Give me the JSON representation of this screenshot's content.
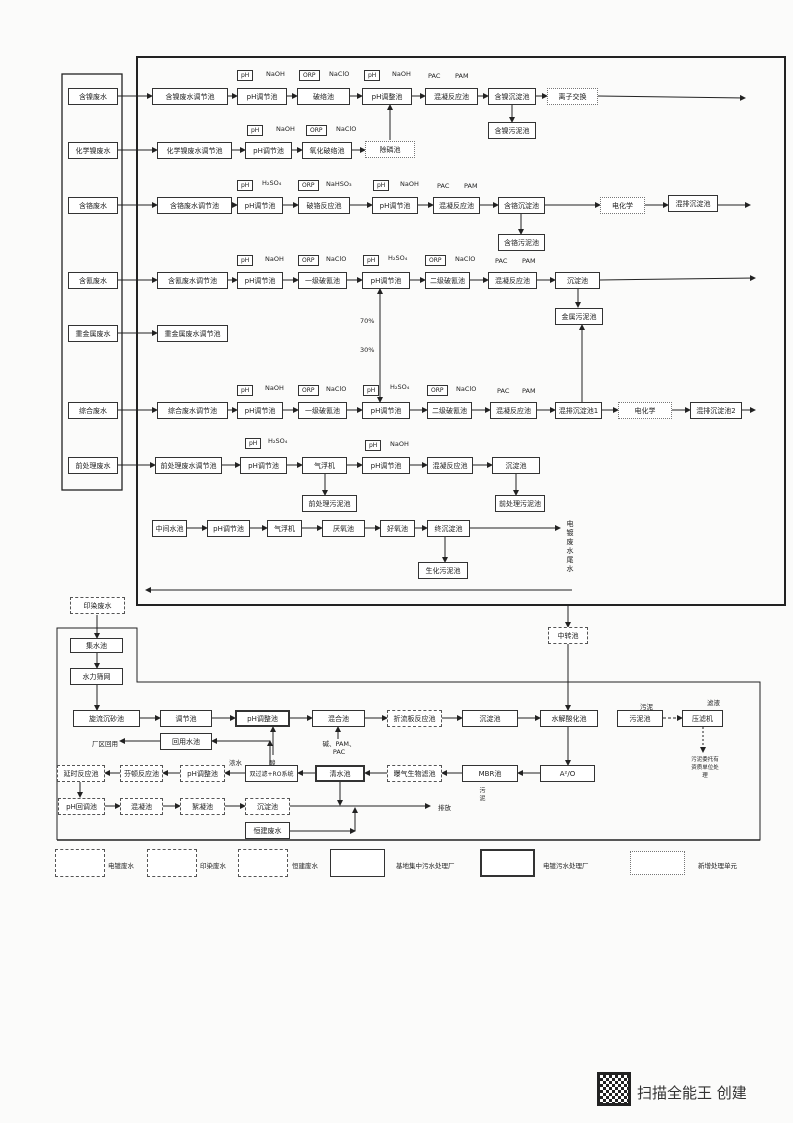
{
  "sources": [
    "含镍废水",
    "化学镍废水",
    "含铬废水",
    "含氰废水",
    "重金属废水",
    "综合废水",
    "前处理废水"
  ],
  "r1": [
    "含镍废水调节池",
    "pH调节池",
    "破络池",
    "pH调整池",
    "混凝反应池",
    "含镍沉淀池",
    "离子交换",
    "含镍污泥池"
  ],
  "r2": [
    "化学镍废水调节池",
    "pH调节池",
    "氧化破络池",
    "除磷池"
  ],
  "r3": [
    "含铬废水调节池",
    "pH调节池",
    "破铬反应池",
    "pH调节池",
    "混凝反应池",
    "含铬沉淀池",
    "电化学",
    "混排沉淀池",
    "含铬污泥池"
  ],
  "r4": [
    "含氰废水调节池",
    "pH调节池",
    "一级破氰池",
    "pH调节池",
    "二级破氰池",
    "混凝反应池",
    "沉淀池",
    "金属污泥池"
  ],
  "r5": [
    "重金属废水调节池",
    "70%",
    "30%"
  ],
  "r6": [
    "综合废水调节池",
    "pH调节池",
    "一级破氰池",
    "pH调节池",
    "二级破氰池",
    "混凝反应池",
    "混排沉淀池1",
    "电化学",
    "混排沉淀池2"
  ],
  "r7": [
    "前处理废水调节池",
    "pH调节池",
    "气浮机",
    "pH调节池",
    "混凝反应池",
    "沉淀池",
    "前处理污泥池",
    "前处理污泥池"
  ],
  "r8": [
    "中间水池",
    "pH调节池",
    "气浮机",
    "厌氧池",
    "好氧池",
    "终沉淀池",
    "生化污泥池",
    "电镀废水尾水"
  ],
  "chem": {
    "ph": "pH",
    "orp": "ORP",
    "naoh": "NaOH",
    "naclo": "NaClO",
    "h2so4": "H₂SO₄",
    "nahso3": "NaHSO₃",
    "pac": "PAC",
    "pam": "PAM"
  },
  "bottom": {
    "dye": "印染废水",
    "collect": "集水池",
    "screen": "水力筛网",
    "grit": "旋流沉砂池",
    "adjust": "调节池",
    "ph": "pH调整池",
    "mix": "混合池",
    "baffle": "折流板反应池",
    "settle": "沉淀池",
    "hydro": "水解酸化池",
    "sludge": "污泥池",
    "press": "压滤机",
    "filtrate": "滤液",
    "sludge_lbl": "污泥",
    "sludge_out": "污泥委托有资质单位处理",
    "transfer": "中转池",
    "reuse": "回用水池",
    "plant_reuse": "厂区回用",
    "acid": "酸",
    "alk": "碱、PAM、PAC",
    "delay": "延时反应池",
    "fenton": "芬顿反应池",
    "ph2": "pH调整池",
    "conc": "浓水",
    "ro": "双过滤+RO系统",
    "clear": "清水池",
    "baf": "曝气生物滤池",
    "mbr": "MBR池",
    "ao": "A²/O",
    "phback": "pH回调池",
    "coag": "混凝池",
    "floc": "絮凝池",
    "settle2": "沉淀池",
    "discharge": "排放",
    "sludge2": "污泥",
    "hengjian": "恒建废水"
  },
  "legend": [
    "电镀废水",
    "印染废水",
    "恒建废水",
    "基地集中污水处理厂",
    "电镀污水处理厂",
    "新增处理单元"
  ],
  "footer": "扫描全能王 创建"
}
